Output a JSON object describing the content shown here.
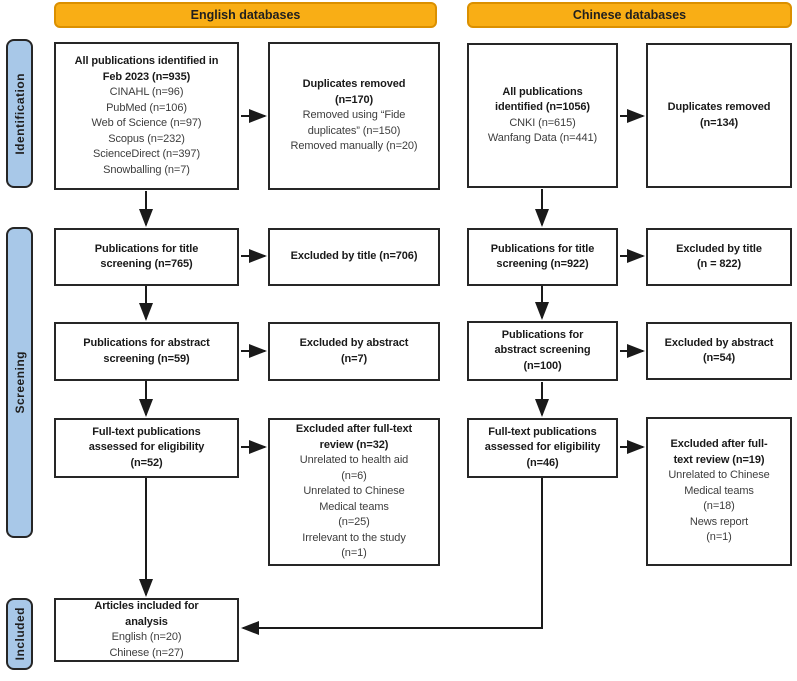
{
  "colors": {
    "header_fill": "#F9AE15",
    "header_border": "#DB9000",
    "sidebar_fill": "#A8C8E8",
    "sidebar_border": "#262626",
    "box_border": "#262626",
    "arrow": "#1a1a1a",
    "text_strong": "#1a1a1a",
    "text_detail": "#3d3d3d"
  },
  "headers": {
    "english": "English databases",
    "chinese": "Chinese databases"
  },
  "sidebar": {
    "identification": "Identification",
    "screening": "Screening",
    "included": "Included"
  },
  "english": {
    "identified": {
      "title": "All publications identified in\nFeb 2023 (n=935)",
      "details": [
        "CINAHL (n=96)",
        "PubMed (n=106)",
        "Web of Science (n=97)",
        "Scopus (n=232)",
        "ScienceDirect (n=397)",
        "Snowballing (n=7)"
      ]
    },
    "duplicates": {
      "title": "Duplicates removed\n(n=170)",
      "details": [
        "Removed using “Fide\nduplicates” (n=150)",
        "Removed manually (n=20)"
      ]
    },
    "title_screening": {
      "title": "Publications for title\nscreening (n=765)"
    },
    "excluded_title": {
      "title": "Excluded by title (n=706)"
    },
    "abstract_screening": {
      "title": "Publications for abstract\nscreening (n=59)"
    },
    "excluded_abstract": {
      "title": "Excluded by abstract\n(n=7)"
    },
    "fulltext": {
      "title": "Full-text publications\nassessed for eligibility\n(n=52)"
    },
    "excluded_fulltext": {
      "title": "Excluded after full-text\nreview (n=32)",
      "details": [
        "Unrelated to health aid\n(n=6)",
        "Unrelated to Chinese\nMedical teams\n(n=25)",
        "Irrelevant to the study\n(n=1)"
      ]
    }
  },
  "chinese": {
    "identified": {
      "title": "All publications\nidentified (n=1056)",
      "details": [
        "CNKI (n=615)",
        "Wanfang Data (n=441)"
      ]
    },
    "duplicates": {
      "title": "Duplicates removed\n(n=134)"
    },
    "title_screening": {
      "title": "Publications for title\nscreening (n=922)"
    },
    "excluded_title": {
      "title": "Excluded by title\n(n = 822)"
    },
    "abstract_screening": {
      "title": "Publications for\nabstract screening\n(n=100)"
    },
    "excluded_abstract": {
      "title": "Excluded by abstract\n(n=54)"
    },
    "fulltext": {
      "title": "Full-text publications\nassessed for eligibility\n(n=46)"
    },
    "excluded_fulltext": {
      "title": "Excluded after full-\ntext review (n=19)",
      "details": [
        "Unrelated to Chinese\nMedical teams\n(n=18)",
        "News report\n(n=1)"
      ]
    }
  },
  "included": {
    "title": "Articles included for\nanalysis",
    "details": [
      "English (n=20)",
      "Chinese (n=27)"
    ]
  }
}
